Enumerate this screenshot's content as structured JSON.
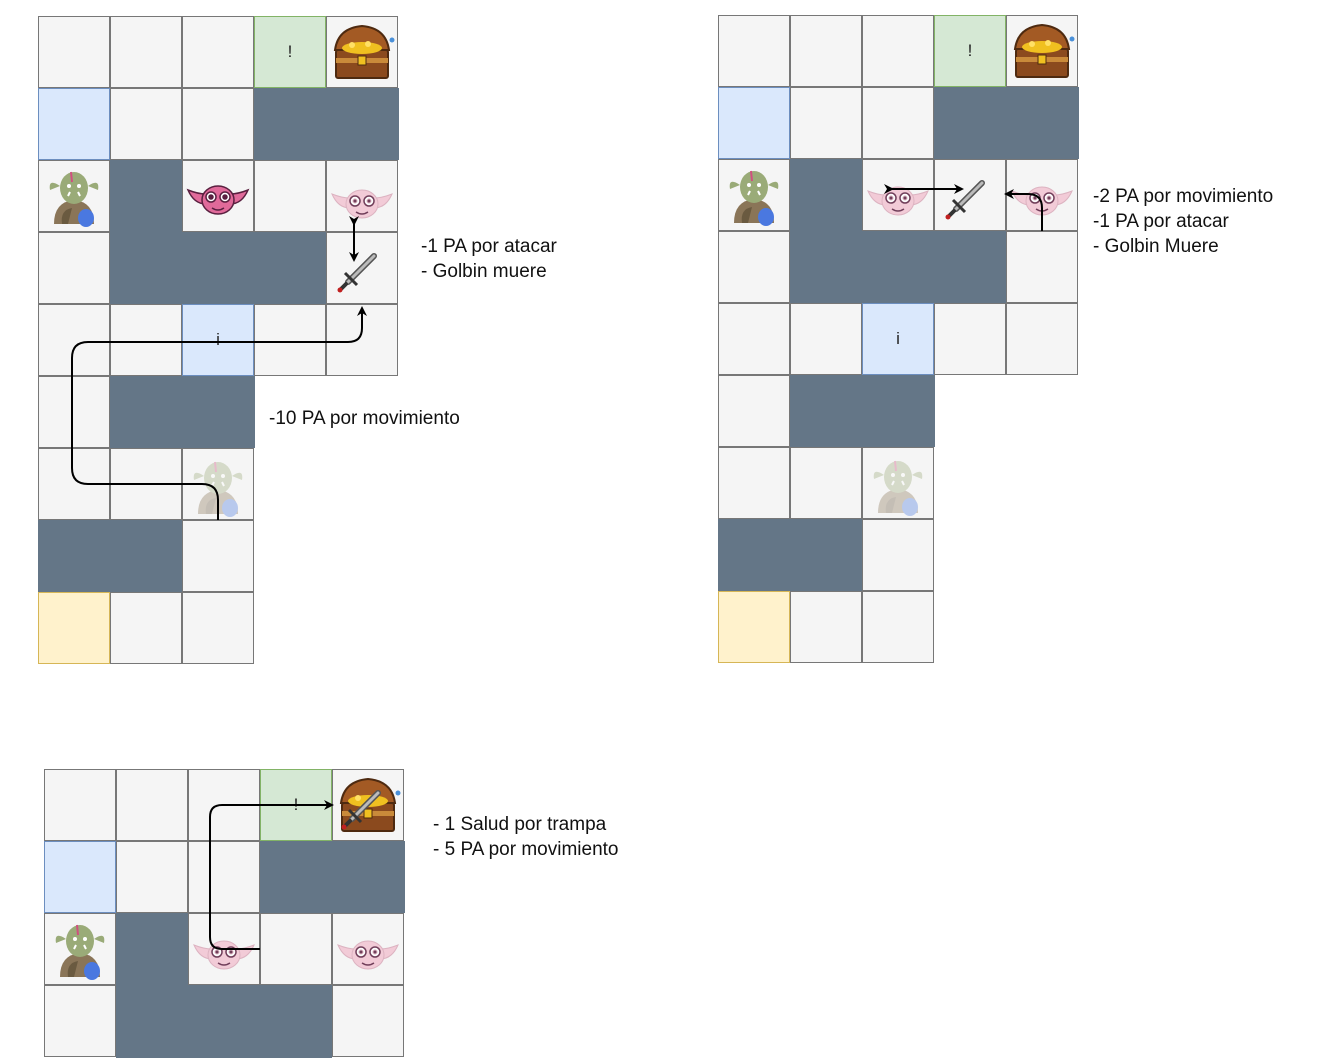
{
  "colors": {
    "floor": "#f5f5f5",
    "wall": "#647687",
    "info_tile": "#dae8fc",
    "trap_tile": "#d5e8d4",
    "start_tile": "#fff2cc",
    "goblin": "#e06a9a",
    "goblin_faded": "#f2c4d2",
    "orc": "#8aa06a"
  },
  "icons": [
    "treasure-chest-icon",
    "orc-icon",
    "goblin-icon",
    "sword-icon"
  ],
  "markers": {
    "trap": "!",
    "info": "i"
  },
  "panels": {
    "top_left": {
      "note_attack": "-1 PA por atacar\n- Golbin muere",
      "note_move": "-10 PA por movimiento"
    },
    "top_right": {
      "note": "-2 PA por movimiento\n-1 PA por atacar\n- Golbin Muere"
    },
    "bottom": {
      "note": "- 1 Salud por trampa\n- 5 PA por movimiento"
    }
  }
}
